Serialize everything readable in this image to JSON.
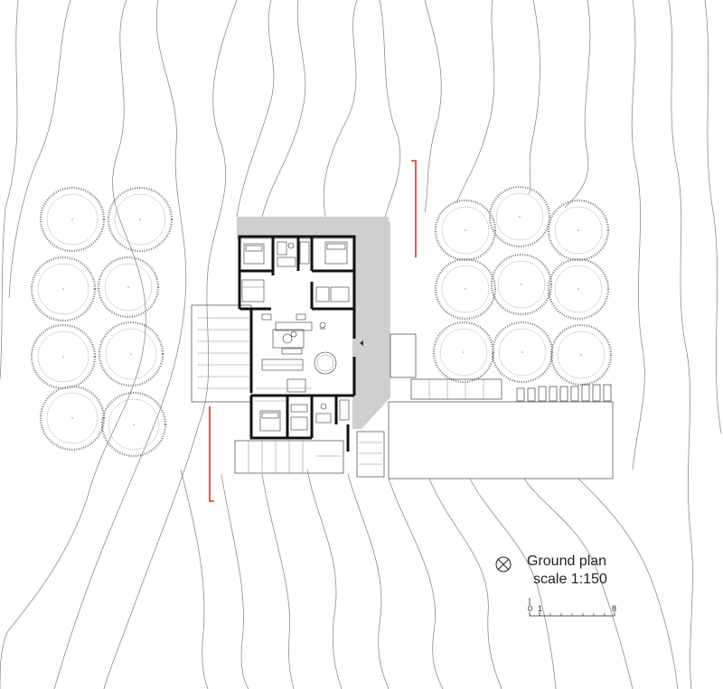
{
  "legend": {
    "title": "Ground plan",
    "scale": "scale 1:150"
  },
  "scale_bar": {
    "tick_labels": [
      "0",
      "1",
      "8"
    ]
  },
  "icons": {
    "north": "north-arrow-icon"
  },
  "colors": {
    "section_cut": "#e0301e",
    "roof_shadow": "#cfcfcf",
    "walls": "#111111",
    "contours": "#8c8c8c"
  }
}
